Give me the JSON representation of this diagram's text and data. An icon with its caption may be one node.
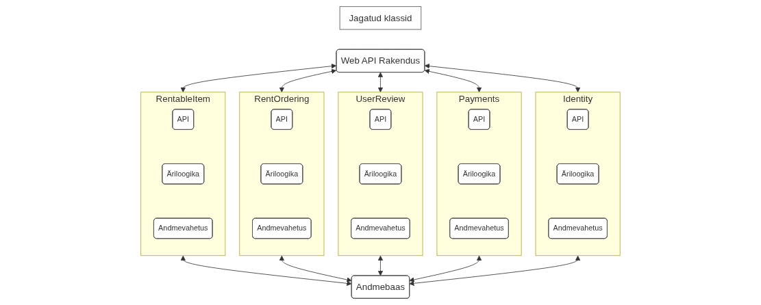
{
  "diagram": {
    "nodes": [
      {
        "text": [
          "Jagatud klassid"
        ]
      },
      {
        "text": [
          "Web API Rakendus"
        ]
      },
      {
        "text": [
          "RentableItem"
        ]
      },
      {
        "text": [
          "API"
        ],
        "in": 2
      },
      {
        "text": [
          "Äriloogika"
        ],
        "in": 2
      },
      {
        "text": [
          "Andmevahetus"
        ],
        "in": 2
      },
      {
        "text": [
          "RentOrdering"
        ]
      },
      {
        "text": [
          "API"
        ],
        "in": 6
      },
      {
        "text": [
          "Äriloogika"
        ],
        "in": 6
      },
      {
        "text": [
          "Andmevahetus"
        ],
        "in": 6
      },
      {
        "text": [
          "UserReview"
        ]
      },
      {
        "text": [
          "API"
        ],
        "in": 10
      },
      {
        "text": [
          "Äriloogika"
        ],
        "in": 10
      },
      {
        "text": [
          "Andmevahetus"
        ],
        "in": 10
      },
      {
        "text": [
          "Payments"
        ]
      },
      {
        "text": [
          "API"
        ],
        "in": 14
      },
      {
        "text": [
          "Äriloogika"
        ],
        "in": 14
      },
      {
        "text": [
          "Andmevahetus"
        ],
        "in": 14
      },
      {
        "text": [
          "Identity"
        ]
      },
      {
        "text": [
          "API"
        ],
        "in": 18
      },
      {
        "text": [
          "Äriloogika"
        ],
        "in": 18
      },
      {
        "text": [
          "Andmevahetus"
        ],
        "in": 18
      },
      {
        "text": [
          "Andmebaas"
        ]
      }
    ],
    "edges": [
      {
        "from": 1,
        "to": 2,
        "arrow": "both"
      },
      {
        "from": 1,
        "to": 6,
        "arrow": "both"
      },
      {
        "from": 1,
        "to": 10,
        "arrow": "both"
      },
      {
        "from": 1,
        "to": 14,
        "arrow": "both"
      },
      {
        "from": 1,
        "to": 18,
        "arrow": "both"
      },
      {
        "from": 2,
        "to": 22,
        "arrow": "both"
      },
      {
        "from": 6,
        "to": 22,
        "arrow": "both"
      },
      {
        "from": 10,
        "to": 22,
        "arrow": "both"
      },
      {
        "from": 14,
        "to": 22,
        "arrow": "both"
      },
      {
        "from": 18,
        "to": 22,
        "arrow": "both"
      }
    ]
  }
}
